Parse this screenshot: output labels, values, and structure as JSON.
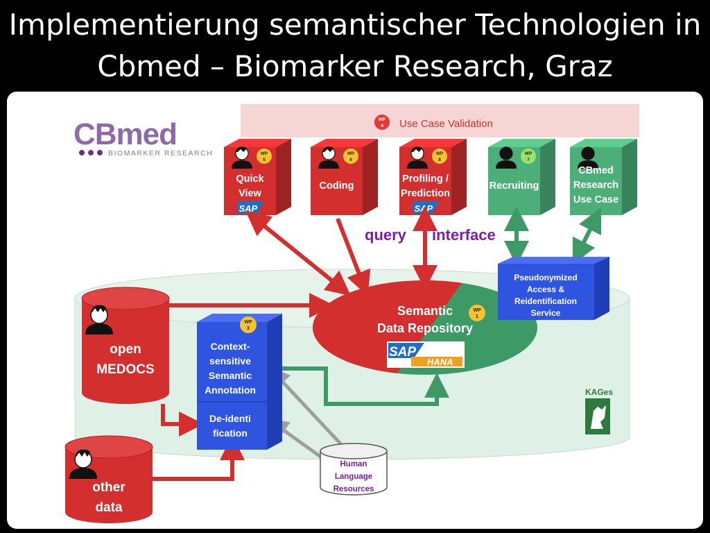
{
  "title": {
    "line1": "Implementierung semantischer Technologien in",
    "line2": "Cbmed – Biomarker Research, Graz"
  },
  "logo": {
    "brand": "CBmed",
    "tagline": "BIOMARKER RESEARCH"
  },
  "use_case_banner": {
    "wp": [
      "WP",
      "4"
    ],
    "label": "Use Case Validation"
  },
  "modules": [
    {
      "id": "quick-view",
      "lines": [
        "Quick",
        "View"
      ],
      "wp": [
        "WP",
        "5"
      ],
      "has_sap": true,
      "color": "#d32f2f"
    },
    {
      "id": "coding",
      "lines": [
        "Coding"
      ],
      "wp": [
        "WP",
        "6"
      ],
      "has_sap": false,
      "color": "#d32f2f"
    },
    {
      "id": "profiling-prediction",
      "lines": [
        "Profiling /",
        "Prediction"
      ],
      "wp": [
        "WP",
        "8"
      ],
      "has_sap": true,
      "color": "#d32f2f"
    },
    {
      "id": "recruiting",
      "lines": [
        "Recruiting"
      ],
      "wp": [
        "WP",
        "7"
      ],
      "has_sap": false,
      "color": "#4caf7a"
    },
    {
      "id": "cbmed-research-use-case",
      "lines": [
        "CBmed",
        "Research",
        "Use Case"
      ],
      "wp": null,
      "has_sap": false,
      "color": "#4caf7a"
    }
  ],
  "interface_labels": {
    "query": "query",
    "interface": "interface"
  },
  "pseudonymized_service": {
    "lines": [
      "Pseudonymized",
      "Access &",
      "Reidentification",
      "Service"
    ]
  },
  "repository": {
    "lines": [
      "Semantic",
      "Data Repository"
    ],
    "wp": [
      "WP",
      "1"
    ],
    "sap": "SAP",
    "hana": "HANA"
  },
  "data_sources": [
    {
      "id": "open-medocs",
      "lines": [
        "open",
        "MEDOCS"
      ]
    },
    {
      "id": "other-data",
      "lines": [
        "other",
        "data"
      ]
    }
  ],
  "annotation": {
    "wp": [
      "WP",
      "3"
    ],
    "lines": [
      "Context-",
      "sensitive",
      "Semantic",
      "Annotation"
    ],
    "deid_lines": [
      "De-identi",
      "fication"
    ]
  },
  "language_resources": {
    "lines": [
      "Human",
      "Language",
      "Resources"
    ]
  },
  "kages": {
    "label": "KAGes"
  },
  "colors": {
    "red": "#d32f2f",
    "green": "#3d9a66",
    "blue": "#2f54e0",
    "purple": "#7a1fa0",
    "wp_badge": "#f4c430",
    "banner": "#f6d5d5",
    "platform": "#dff0e6"
  }
}
